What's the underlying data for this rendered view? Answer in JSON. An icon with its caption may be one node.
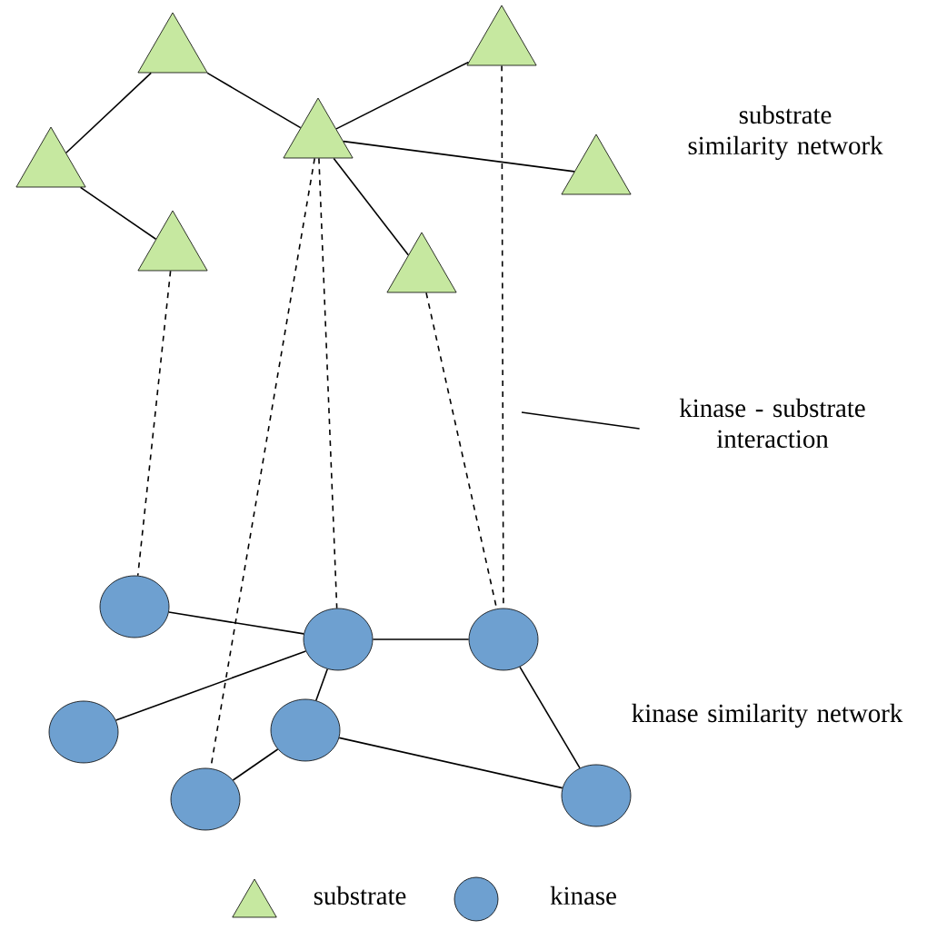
{
  "diagram": {
    "nodes": [
      {
        "text": [],
        "shape": "triangle"
      },
      {
        "text": [],
        "shape": "triangle"
      },
      {
        "text": [],
        "shape": "triangle"
      },
      {
        "text": [],
        "shape": "triangle"
      },
      {
        "text": [],
        "shape": "triangle"
      },
      {
        "text": [],
        "shape": "triangle"
      },
      {
        "text": [],
        "shape": "triangle"
      },
      {
        "text": [],
        "shape": "circle"
      },
      {
        "text": [],
        "shape": "circle"
      },
      {
        "text": [],
        "shape": "circle"
      },
      {
        "text": [],
        "shape": "circle"
      },
      {
        "text": [],
        "shape": "circle"
      },
      {
        "text": [],
        "shape": "circle"
      },
      {
        "text": [],
        "shape": "circle"
      },
      {
        "text": [
          "kinase - substrate interaction"
        ]
      }
    ],
    "edges": [
      {
        "from": 0,
        "to": 2,
        "arrow": "none"
      },
      {
        "from": 0,
        "to": 3,
        "arrow": "none"
      },
      {
        "from": 2,
        "to": 5,
        "arrow": "none"
      },
      {
        "from": 3,
        "to": 1,
        "arrow": "none"
      },
      {
        "from": 3,
        "to": 4,
        "arrow": "none"
      },
      {
        "from": 3,
        "to": 6,
        "arrow": "none"
      },
      {
        "from": 7,
        "to": 8,
        "arrow": "none"
      },
      {
        "from": 8,
        "to": 9,
        "arrow": "none"
      },
      {
        "from": 8,
        "to": 10,
        "arrow": "none"
      },
      {
        "from": 8,
        "to": 11,
        "arrow": "none"
      },
      {
        "from": 11,
        "to": 12,
        "arrow": "none"
      },
      {
        "from": 11,
        "to": 13,
        "arrow": "none"
      },
      {
        "from": 9,
        "to": 13,
        "arrow": "none"
      },
      {
        "from": 5,
        "to": 7,
        "arrow": "none",
        "style": "dashed"
      },
      {
        "from": 3,
        "to": 12,
        "arrow": "none",
        "style": "dashed"
      },
      {
        "from": 3,
        "to": 8,
        "arrow": "none",
        "style": "dashed"
      },
      {
        "from": 6,
        "to": 9,
        "arrow": "none",
        "style": "dashed"
      },
      {
        "from": 1,
        "to": 9,
        "arrow": "none",
        "style": "dashed"
      },
      {
        "from": 14,
        "to": null,
        "arrow": "none"
      }
    ],
    "labels": [
      "substrate similarity network",
      "kinase similarity network"
    ],
    "legend": [
      {
        "text": "substrate"
      },
      {
        "text": "kinase"
      }
    ]
  }
}
